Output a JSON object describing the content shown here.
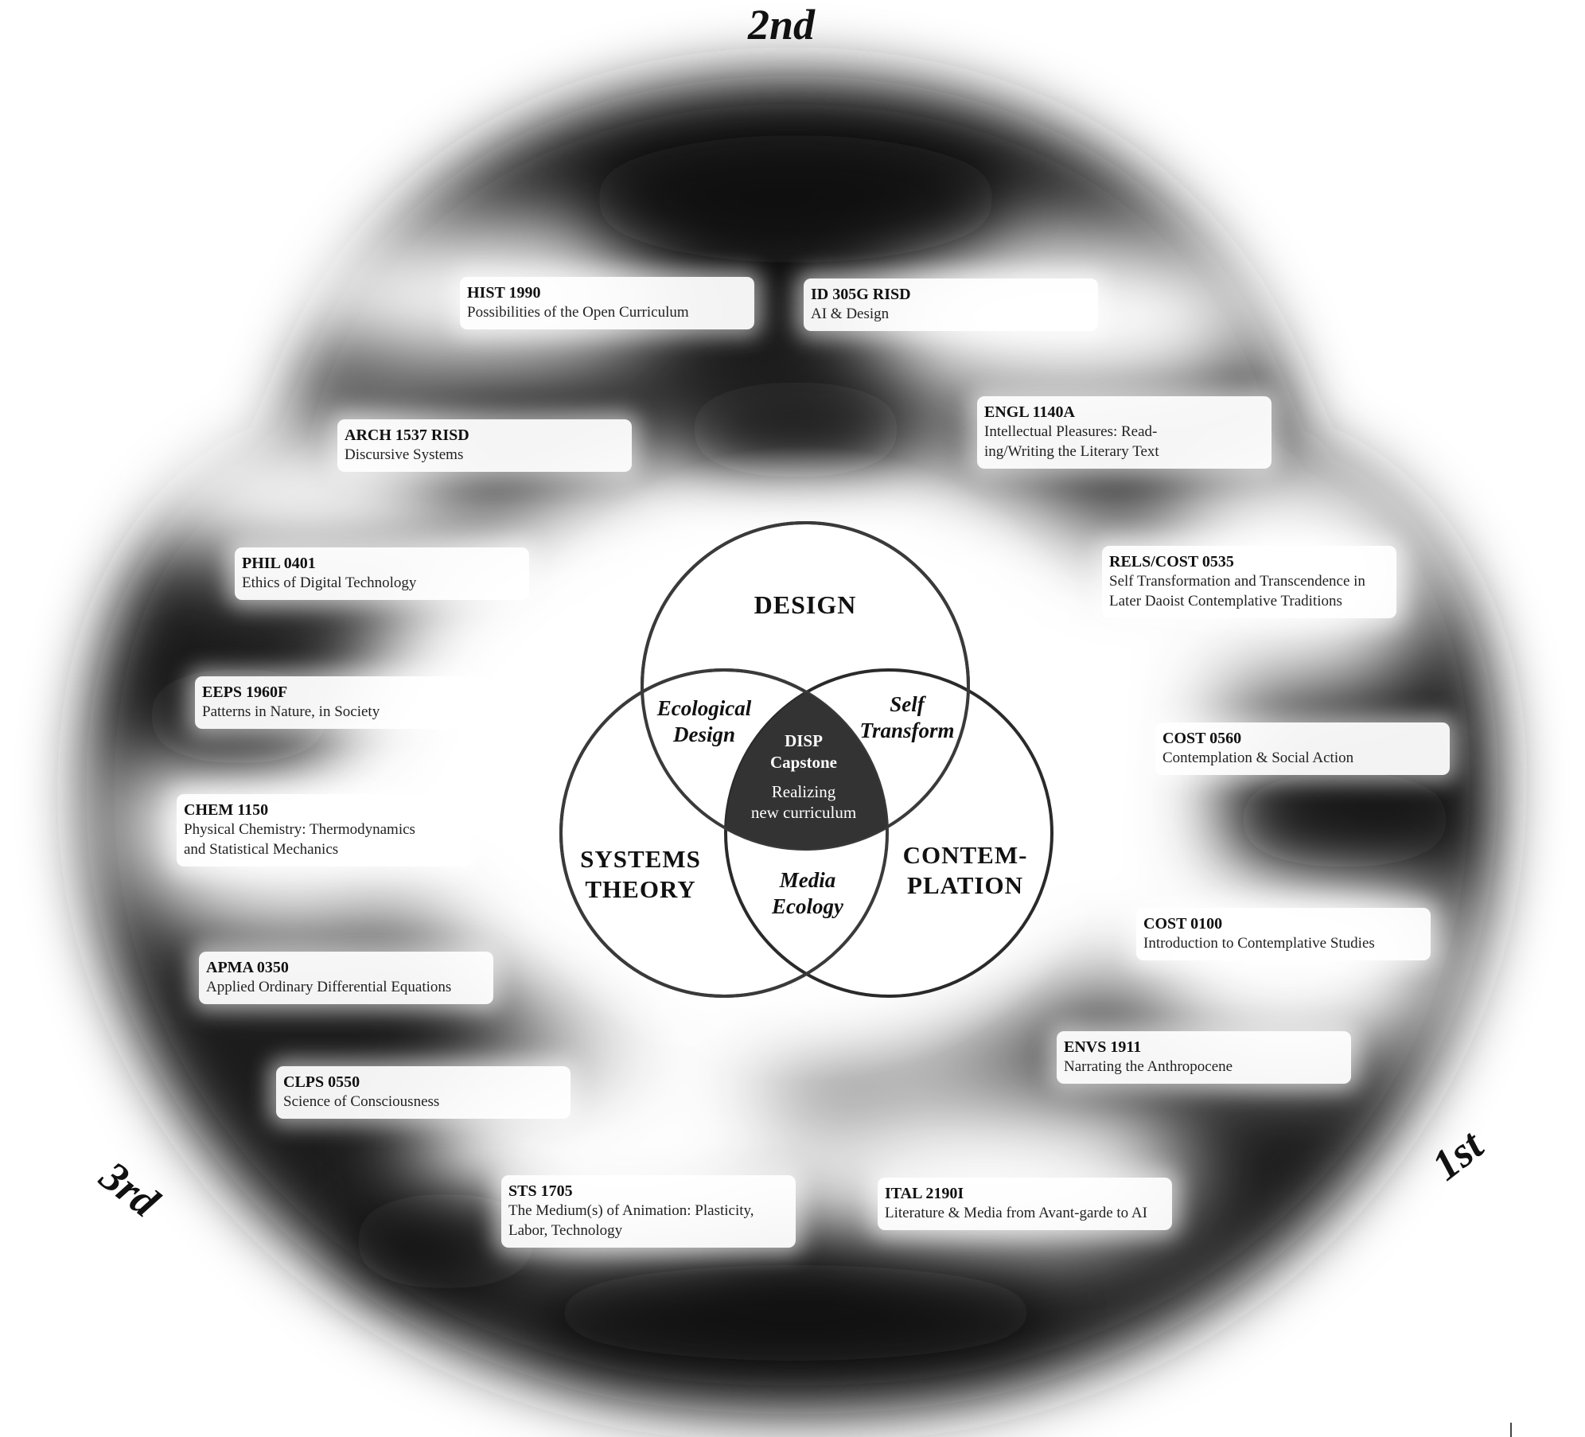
{
  "corners": {
    "second": "2nd",
    "third": "3rd",
    "first": "1st"
  },
  "venn": {
    "design": "DESIGN",
    "systems_line1": "SYSTEMS",
    "systems_line2": "THEORY",
    "contemplation_line1": "CONTEM-",
    "contemplation_line2": "PLATION",
    "ecological_line1": "Ecological",
    "ecological_line2": "Design",
    "self_line1": "Self",
    "self_line2": "Transform",
    "media_line1": "Media",
    "media_line2": "Ecology",
    "center_line1": "DISP",
    "center_line2": "Capstone",
    "center_line3": "Realizing",
    "center_line4": "new curriculum"
  },
  "courses": [
    {
      "code": "HIST 1990",
      "title": "Possibilities of the Open Curriculum"
    },
    {
      "code": "ID 305G RISD",
      "title": "AI & Design"
    },
    {
      "code": "ARCH 1537 RISD",
      "title": "Discursive Systems"
    },
    {
      "code": "ENGL 1140A",
      "title_line1": "Intellectual Pleasures: Read-",
      "title_line2": "ing/Writing the Literary Text"
    },
    {
      "code": "PHIL 0401",
      "title": "Ethics of Digital Technology"
    },
    {
      "code": "RELS/COST 0535",
      "title_line1": "Self Transformation and Transcendence in",
      "title_line2": "Later Daoist Contemplative Traditions"
    },
    {
      "code": "EEPS 1960F",
      "title": "Patterns in Nature, in Society"
    },
    {
      "code": "COST 0560",
      "title": "Contemplation & Social Action"
    },
    {
      "code": "CHEM 1150",
      "title_line1": "Physical Chemistry: Thermodynamics",
      "title_line2": "and Statistical Mechanics"
    },
    {
      "code": "COST 0100",
      "title": "Introduction to Contemplative Studies"
    },
    {
      "code": "APMA 0350",
      "title": "Applied Ordinary Differential Equations"
    },
    {
      "code": "ENVS 1911",
      "title": "Narrating the Anthropocene"
    },
    {
      "code": "CLPS 0550",
      "title": "Science of Consciousness"
    },
    {
      "code": "STS 1705",
      "title_line1": "The Medium(s) of Animation: Plasticity,",
      "title_line2": "Labor, Technology"
    },
    {
      "code": "ITAL 2190I",
      "title": "Literature & Media from Avant-garde to AI"
    }
  ]
}
